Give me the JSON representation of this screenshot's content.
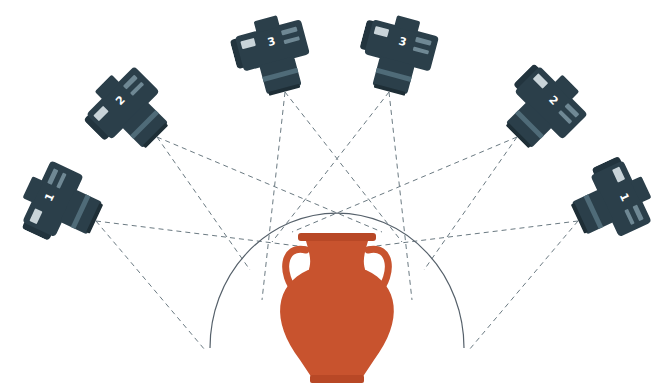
{
  "diagram": {
    "nodes": [
      {
        "text": [
          "1"
        ]
      },
      {
        "text": [
          "2"
        ]
      },
      {
        "text": [
          "3"
        ]
      },
      {
        "text": [
          "3"
        ]
      },
      {
        "text": [
          "2"
        ]
      },
      {
        "text": [
          "1"
        ]
      }
    ]
  }
}
